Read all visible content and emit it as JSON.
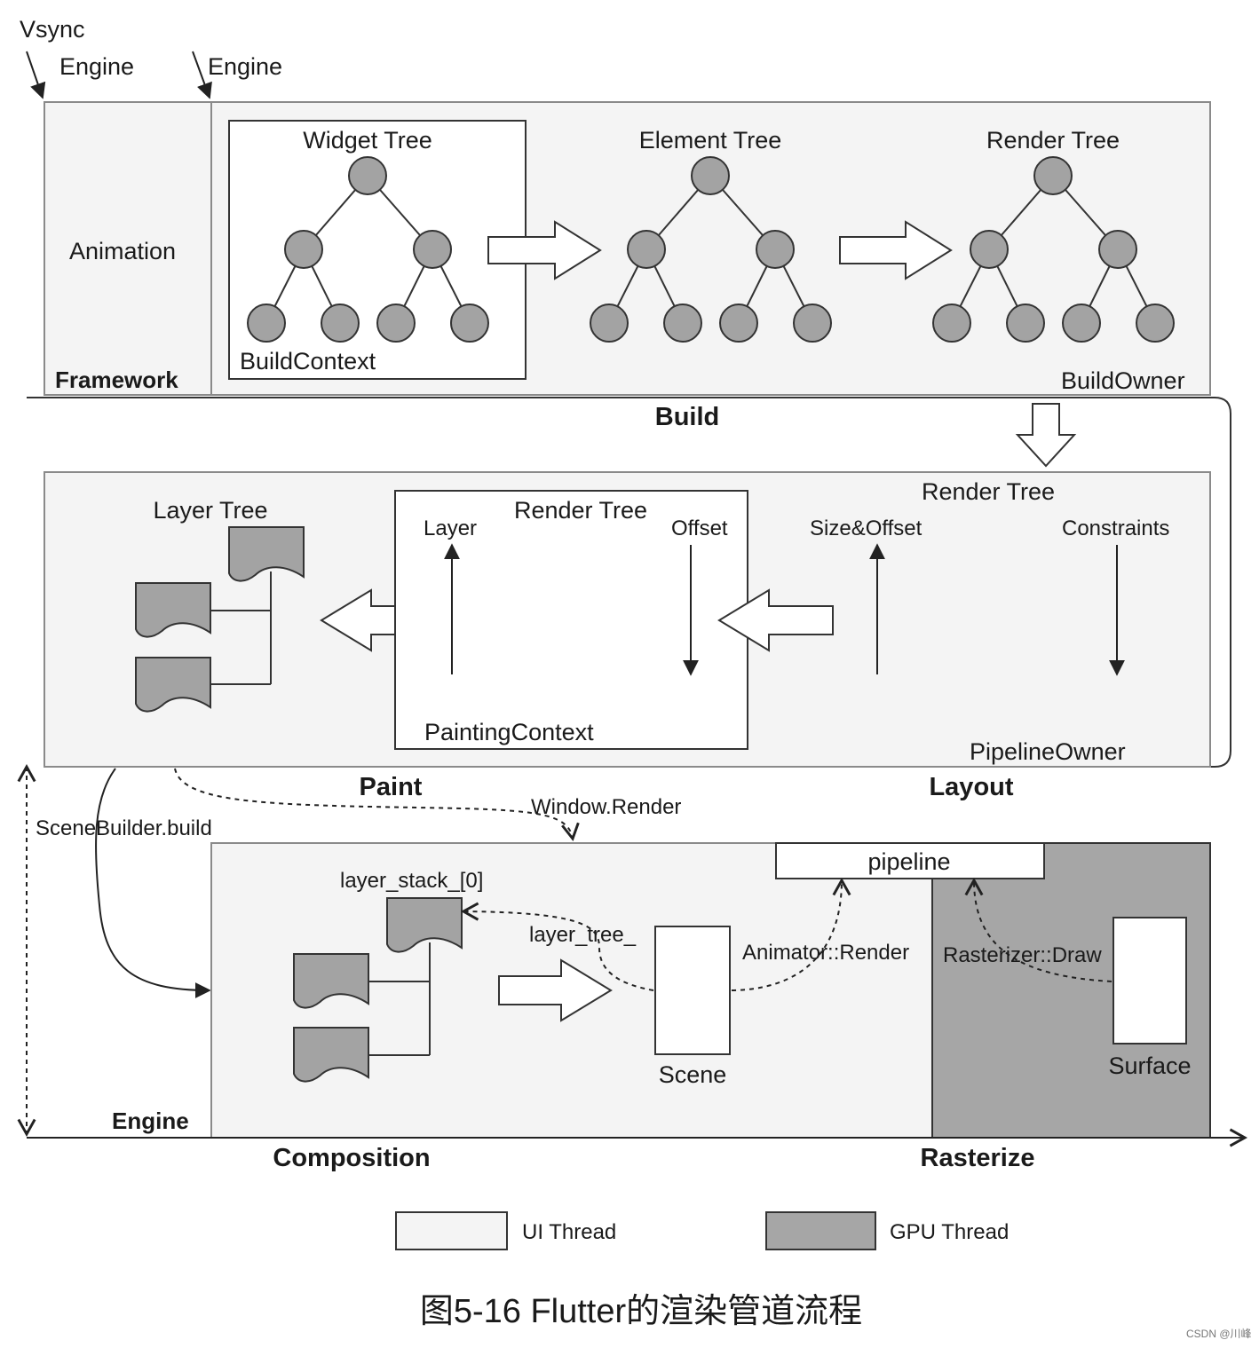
{
  "labels": {
    "vsync": "Vsync",
    "engine_tick_1": "Engine",
    "engine_tick_2": "Engine",
    "animation": "Animation",
    "framework": "Framework",
    "widget_tree": "Widget Tree",
    "element_tree": "Element Tree",
    "render_tree_build": "Render Tree",
    "build_context": "BuildContext",
    "build_owner": "BuildOwner",
    "build": "Build",
    "layer_tree": "Layer Tree",
    "render_tree_paint": "Render Tree",
    "layer_arrow": "Layer",
    "offset_arrow": "Offset",
    "painting_context": "PaintingContext",
    "render_tree_layout": "Render Tree",
    "size_offset": "Size&Offset",
    "constraints": "Constraints",
    "pipeline_owner": "PipelineOwner",
    "paint": "Paint",
    "layout": "Layout",
    "window_render": "Window.Render",
    "scene_builder_build": "SceneBuilder.build",
    "pipeline": "pipeline",
    "layer_stack": "layer_stack_[0]",
    "layer_tree_field": "layer_tree_",
    "animator_render": "Animator::Render",
    "rasterizer_draw": "Rasterizer::Draw",
    "scene": "Scene",
    "surface": "Surface",
    "engine": "Engine",
    "composition": "Composition",
    "rasterize": "Rasterize"
  },
  "legend": [
    {
      "label": "UI Thread",
      "color": "#f4f4f4"
    },
    {
      "label": "GPU Thread",
      "color": "#a6a6a6"
    }
  ],
  "caption": "图5-16 Flutter的渲染管道流程",
  "watermark": "CSDN @川峰",
  "colors": {
    "ui_thread": "#f4f4f4",
    "gpu_thread": "#a6a6a6",
    "node": "#a3a3a3",
    "stroke": "#333333"
  }
}
